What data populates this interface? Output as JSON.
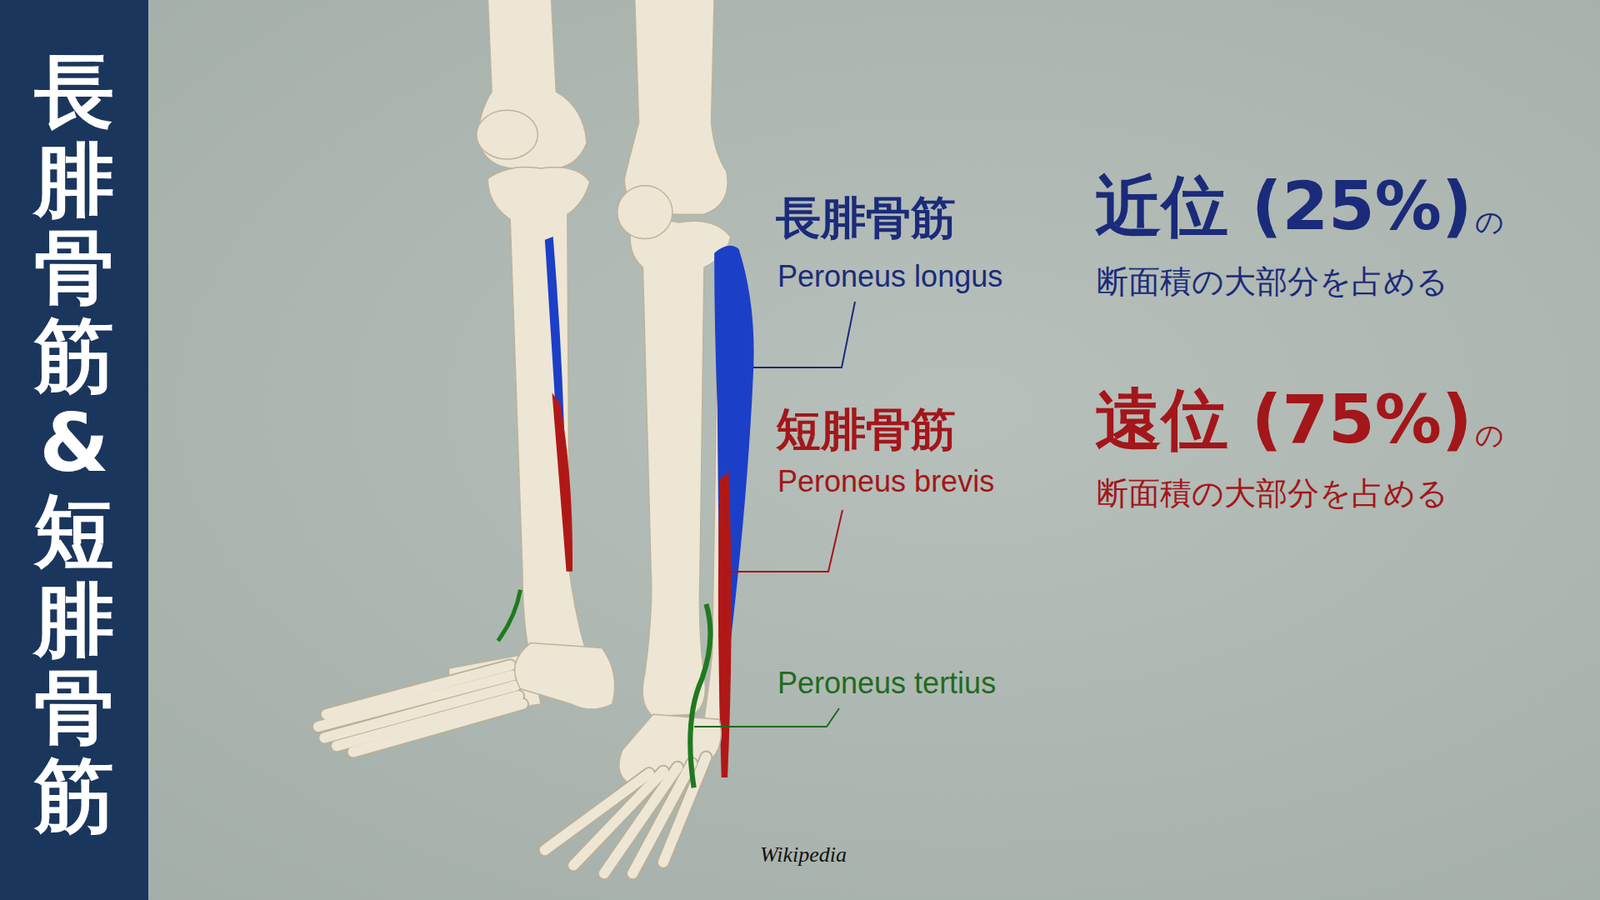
{
  "diagram": {
    "title": "長腓骨筋 & 短腓骨筋",
    "labels": [
      "長腓骨筋",
      "Peroneus longus",
      "近位 (25%)",
      "の",
      "断面積の大部分を占める",
      "短腓骨筋",
      "Peroneus brevis",
      "遠位 (75%)",
      "の",
      "断面積の大部分を占める",
      "Peroneus tertius",
      "Wikipedia"
    ]
  }
}
